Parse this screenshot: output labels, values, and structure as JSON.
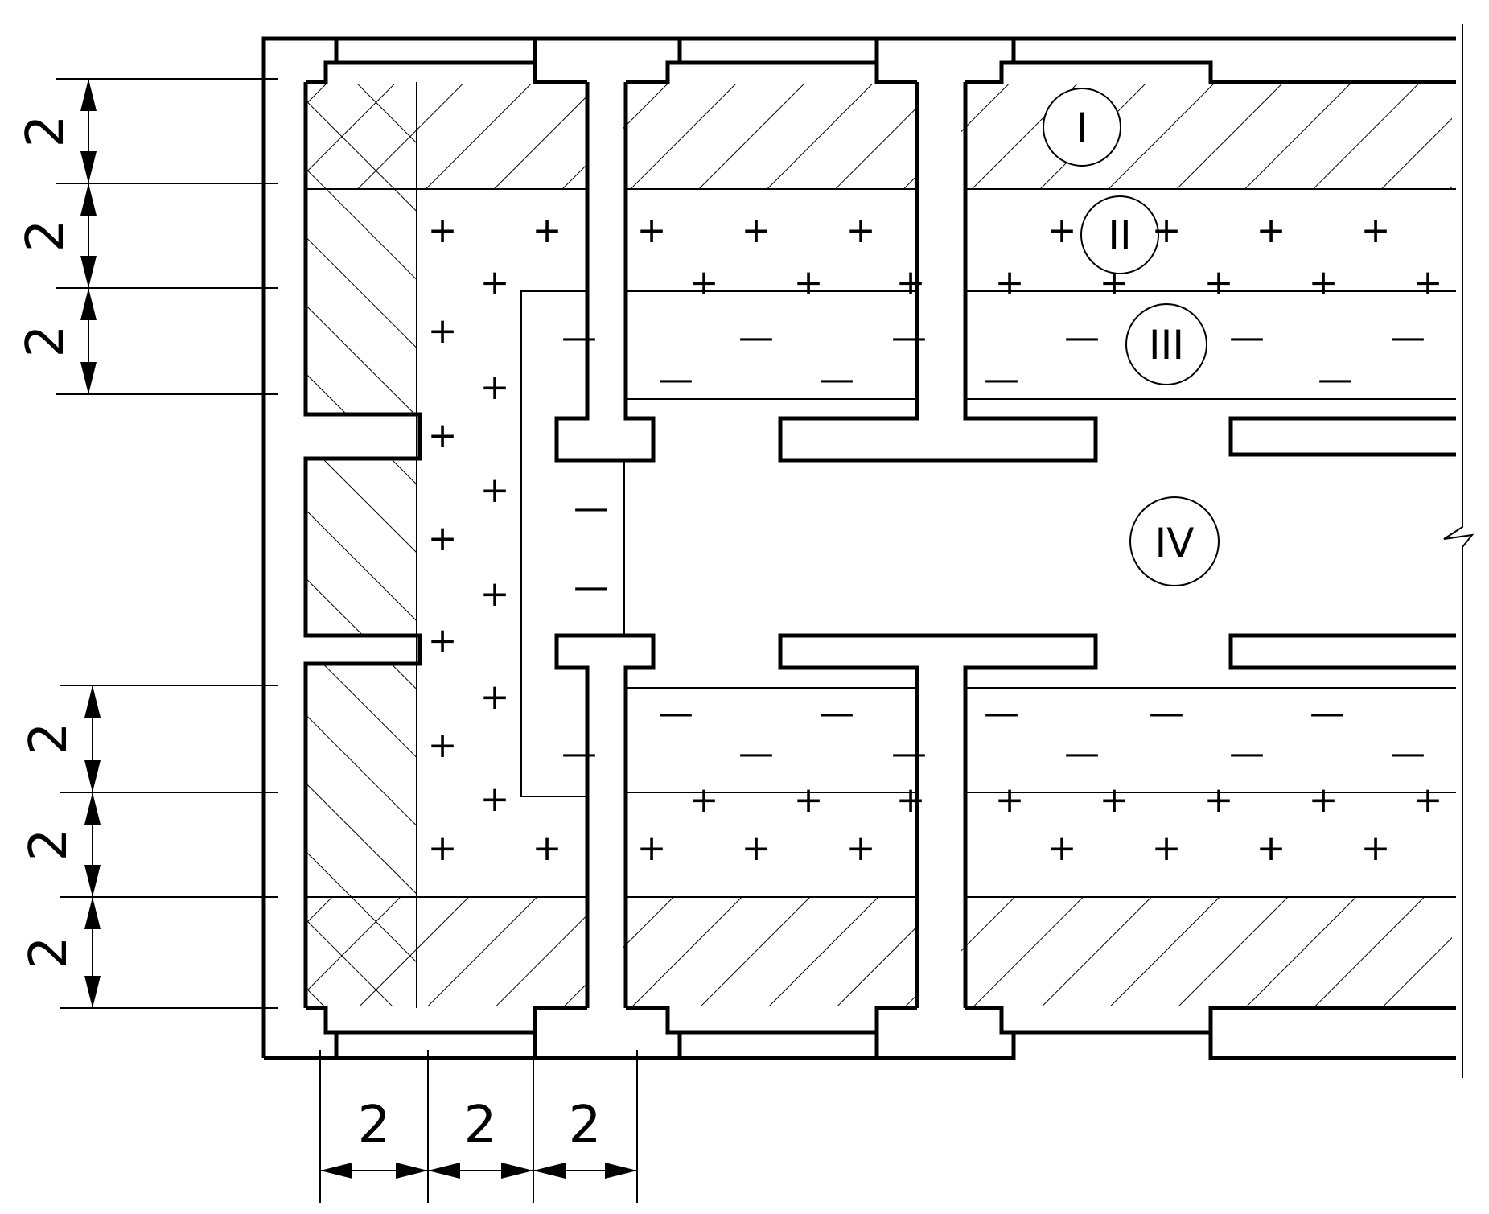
{
  "drawing": {
    "dimensions": {
      "left_upper": [
        "2",
        "2",
        "2"
      ],
      "left_lower": [
        "2",
        "2",
        "2"
      ],
      "bottom": [
        "2",
        "2",
        "2"
      ]
    },
    "zones": [
      "I",
      "II",
      "III",
      "IV"
    ],
    "signs": {
      "plus": "+",
      "minus": "—"
    }
  }
}
